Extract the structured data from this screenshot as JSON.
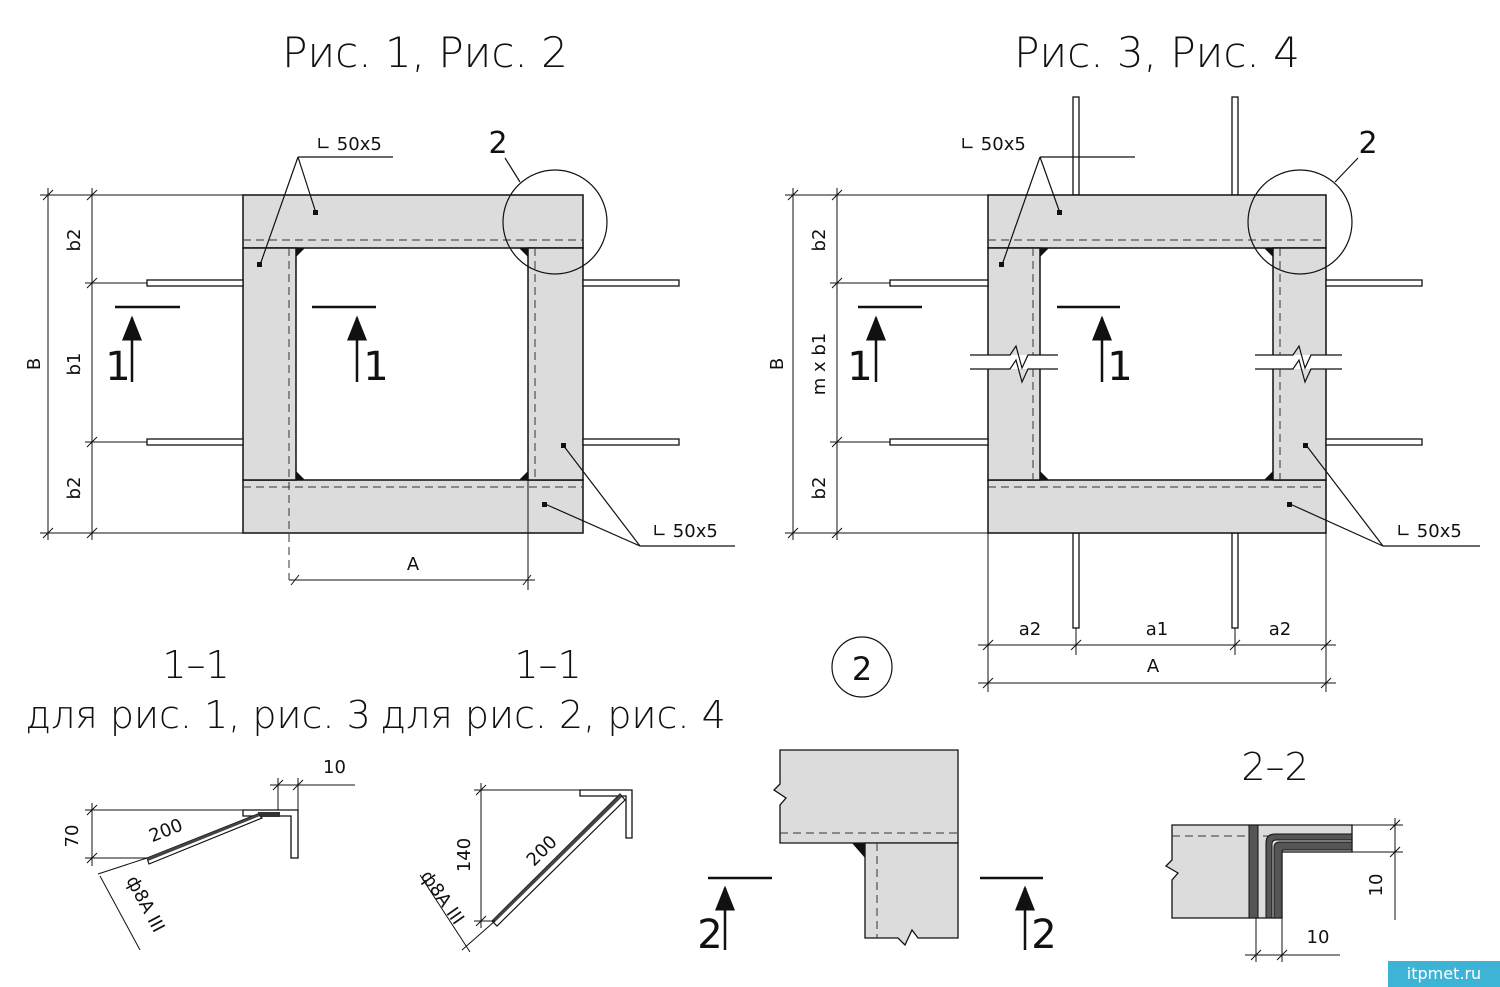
{
  "fig12": {
    "title": "Рис. 1, Рис. 2",
    "angle_label_top": "∟ 50x5",
    "angle_label_bottom": "∟ 50x5",
    "callout": "2",
    "dim_B": "B",
    "dim_b2_top": "b2",
    "dim_b1": "b1",
    "dim_b2_bottom": "b2",
    "dim_A": "A",
    "section_left": "1",
    "section_right": "1"
  },
  "fig34": {
    "title": "Рис. 3, Рис. 4",
    "angle_label_top": "∟ 50x5",
    "angle_label_bottom": "∟ 50x5",
    "callout": "2",
    "dim_B": "B",
    "dim_b2_top": "b2",
    "dim_mb1": "m x b1",
    "dim_b2_bottom": "b2",
    "dim_a2_left": "a2",
    "dim_a1": "a1",
    "dim_a2_right": "a2",
    "dim_A": "A",
    "section_left": "1",
    "section_right": "1"
  },
  "sec1a": {
    "title": "1–1",
    "subtitle": "для рис. 1, рис. 3",
    "dim_10": "10",
    "dim_70": "70",
    "dim_200": "200",
    "rebar": "ф8А III"
  },
  "sec1b": {
    "title": "1–1",
    "subtitle": "для рис. 2, рис. 4",
    "dim_140": "140",
    "dim_200": "200",
    "rebar": "ф8А III"
  },
  "detail2": {
    "marker": "2",
    "section_left": "2",
    "section_right": "2"
  },
  "sec22": {
    "title": "2–2",
    "dim_10_v": "10",
    "dim_10_h": "10"
  },
  "watermark": "itpmet.ru",
  "colors": {
    "concrete": "#dcdcdc",
    "line": "#111111",
    "steel": "#555555",
    "watermark": "#3db3d6"
  }
}
